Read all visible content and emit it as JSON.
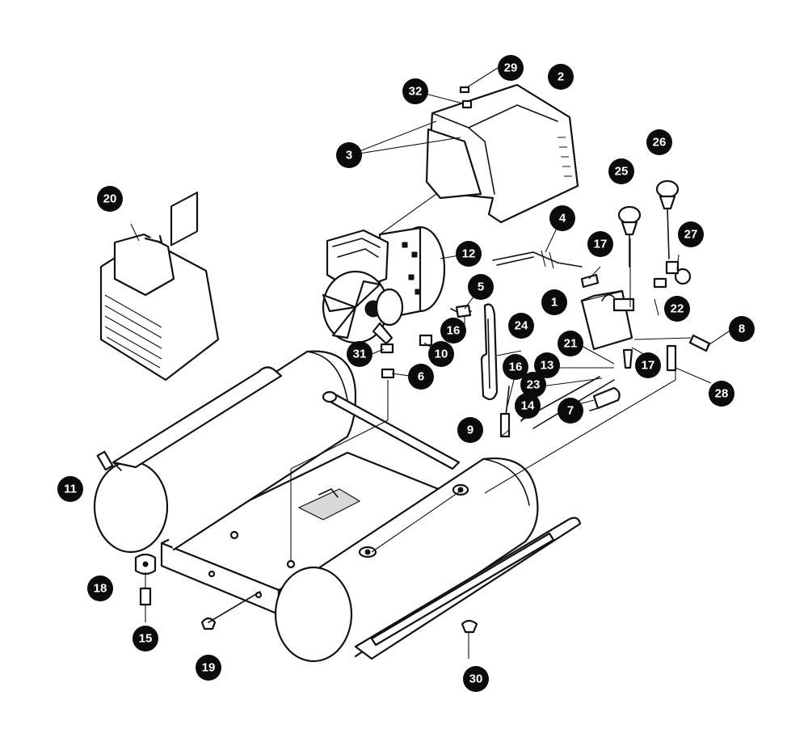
{
  "diagram": {
    "callouts": [
      {
        "id": "c1",
        "label": "1"
      },
      {
        "id": "c2",
        "label": "2"
      },
      {
        "id": "c3",
        "label": "3"
      },
      {
        "id": "c4",
        "label": "4"
      },
      {
        "id": "c5",
        "label": "5"
      },
      {
        "id": "c6",
        "label": "6"
      },
      {
        "id": "c7",
        "label": "7"
      },
      {
        "id": "c8",
        "label": "8"
      },
      {
        "id": "c9",
        "label": "9"
      },
      {
        "id": "c10",
        "label": "10"
      },
      {
        "id": "c11",
        "label": "11"
      },
      {
        "id": "c12",
        "label": "12"
      },
      {
        "id": "c13",
        "label": "13"
      },
      {
        "id": "c14",
        "label": "14"
      },
      {
        "id": "c15",
        "label": "15"
      },
      {
        "id": "c16a",
        "label": "16"
      },
      {
        "id": "c16b",
        "label": "16"
      },
      {
        "id": "c17a",
        "label": "17"
      },
      {
        "id": "c17b",
        "label": "17"
      },
      {
        "id": "c18",
        "label": "18"
      },
      {
        "id": "c19",
        "label": "19"
      },
      {
        "id": "c20",
        "label": "20"
      },
      {
        "id": "c21",
        "label": "21"
      },
      {
        "id": "c22",
        "label": "22"
      },
      {
        "id": "c23",
        "label": "23"
      },
      {
        "id": "c24",
        "label": "24"
      },
      {
        "id": "c25",
        "label": "25"
      },
      {
        "id": "c26",
        "label": "26"
      },
      {
        "id": "c27",
        "label": "27"
      },
      {
        "id": "c28",
        "label": "28"
      },
      {
        "id": "c29",
        "label": "29"
      },
      {
        "id": "c30",
        "label": "30"
      },
      {
        "id": "c31",
        "label": "31"
      },
      {
        "id": "c32",
        "label": "32"
      }
    ],
    "colors": {
      "ink": "#111111",
      "paper": "#ffffff",
      "callout": "#0b0b0b"
    }
  }
}
